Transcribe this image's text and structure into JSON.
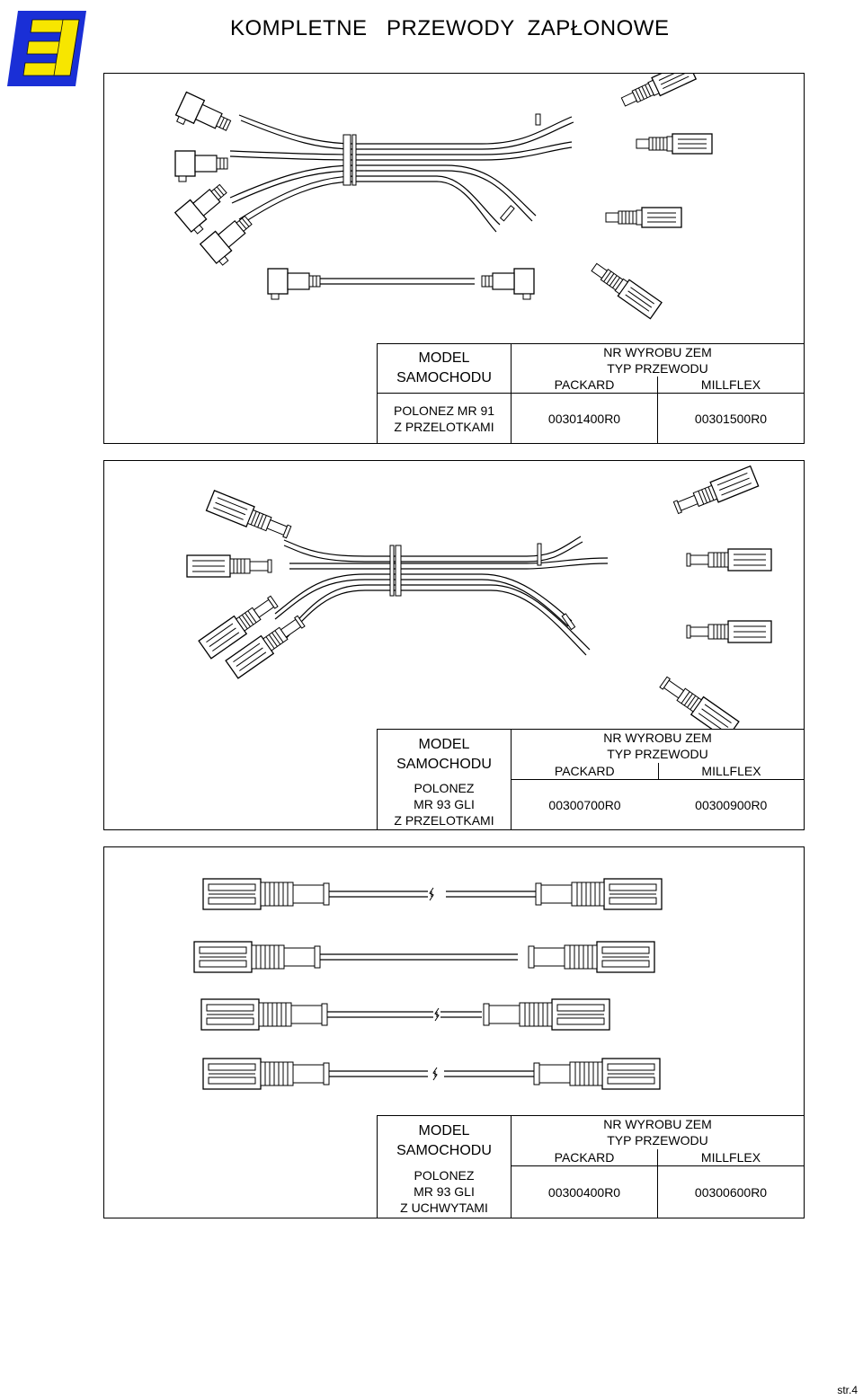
{
  "header": {
    "title": "KOMPLETNE   PRZEWODY  ZAPŁONOWE",
    "logo_name": "company-logo",
    "logo_colors": {
      "blue": "#1a2fd6",
      "yellow": "#f7e600"
    }
  },
  "panels": [
    {
      "drawing": "ignition-cable-set-angled-boots",
      "table": {
        "model_header": [
          "MODEL",
          "SAMOCHODU"
        ],
        "model_value": [
          "POLONEZ MR 91",
          "Z PRZELOTKAMI"
        ],
        "title_line1": "NR WYROBU ZEM",
        "title_line2": "TYP PRZEWODU",
        "col1": "PACKARD",
        "col2": "MILLFLEX",
        "code1": "00301400R0",
        "code2": "00301500R0"
      }
    },
    {
      "drawing": "ignition-cable-set-straight-boots",
      "table": {
        "model_header": [
          "MODEL",
          "SAMOCHODU"
        ],
        "model_value": [
          "POLONEZ",
          "MR 93 GLI",
          "Z PRZELOTKAMI"
        ],
        "title_line1": "NR WYROBU ZEM",
        "title_line2": "TYP PRZEWODU",
        "col1": "PACKARD",
        "col2": "MILLFLEX",
        "code1": "00300700R0",
        "code2": "00300900R0"
      }
    },
    {
      "drawing": "ignition-cable-set-four-single-leads",
      "table": {
        "model_header": [
          "MODEL",
          "SAMOCHODU"
        ],
        "model_value": [
          "POLONEZ",
          "MR 93 GLI",
          "Z UCHWYTAMI"
        ],
        "title_line1": "NR WYROBU ZEM",
        "title_line2": "TYP PRZEWODU",
        "col1": "PACKARD",
        "col2": "MILLFLEX",
        "code1": "00300400R0",
        "code2": "00300600R0"
      }
    }
  ],
  "footer": {
    "page_number": "str.4"
  }
}
